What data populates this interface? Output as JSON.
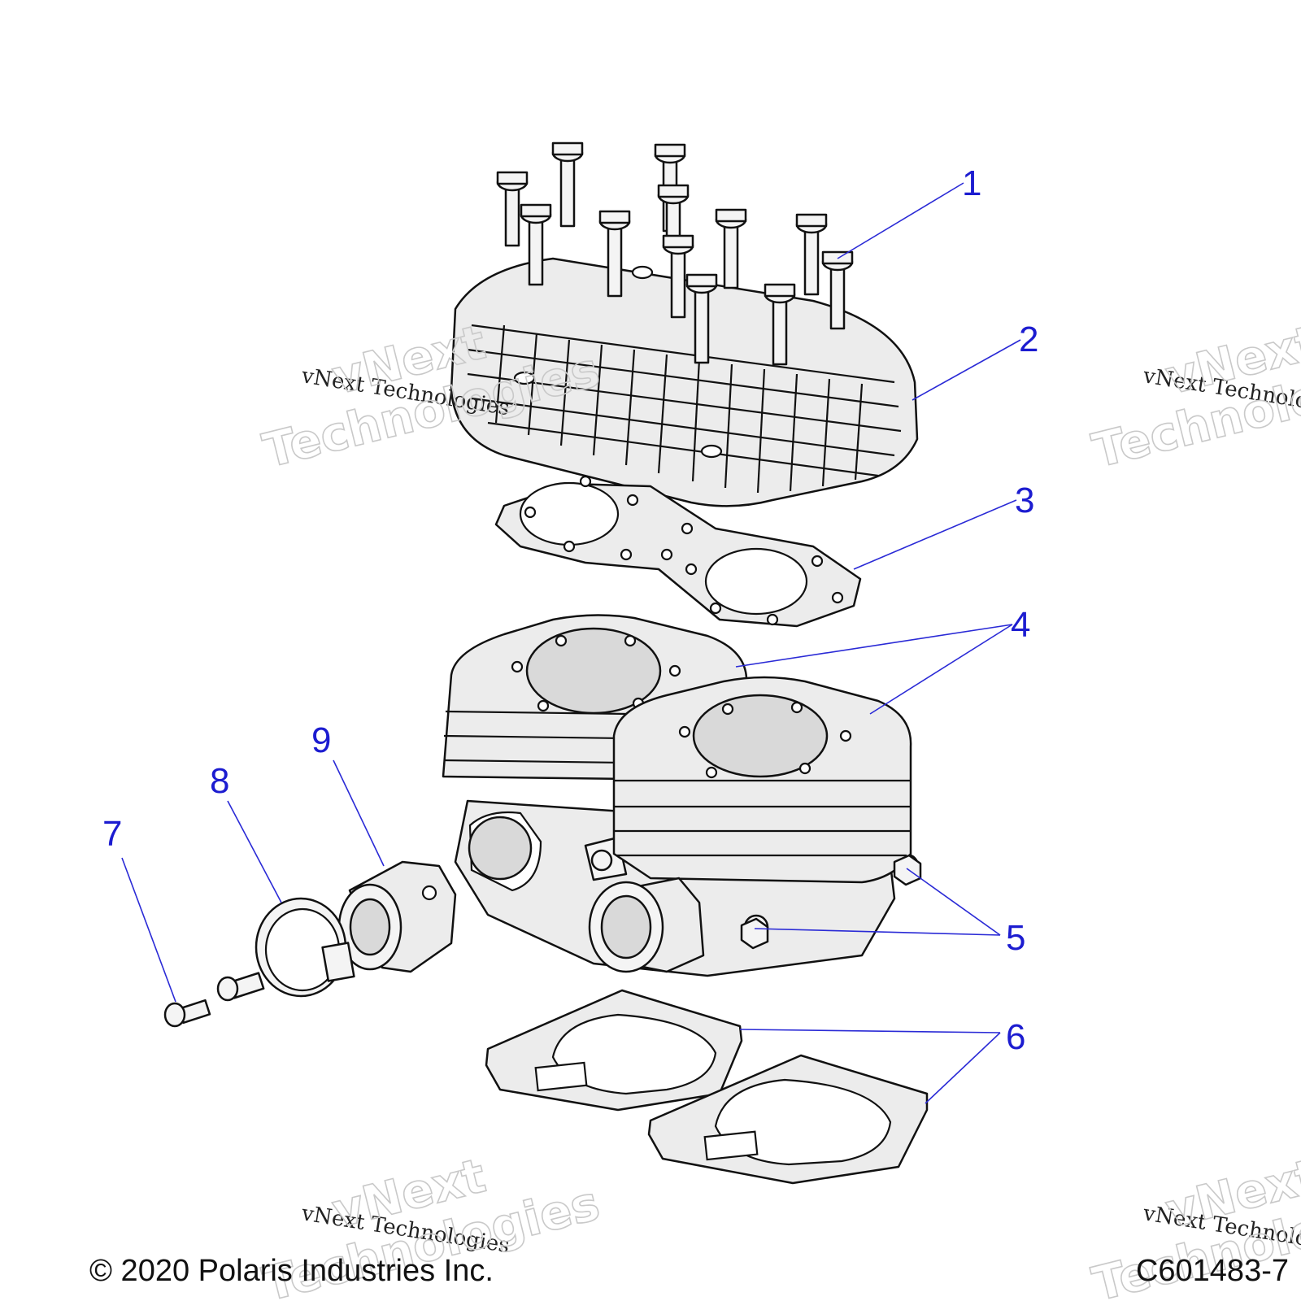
{
  "diagram": {
    "callouts": [
      {
        "id": "1",
        "label": "1"
      },
      {
        "id": "2",
        "label": "2"
      },
      {
        "id": "3",
        "label": "3"
      },
      {
        "id": "4",
        "label": "4"
      },
      {
        "id": "5",
        "label": "5"
      },
      {
        "id": "6",
        "label": "6"
      },
      {
        "id": "7",
        "label": "7"
      },
      {
        "id": "8",
        "label": "8"
      },
      {
        "id": "9",
        "label": "9"
      }
    ],
    "watermark": {
      "line": "vNext Technologies",
      "big_top": "vNext",
      "big_bottom": "Technologies"
    },
    "footer": {
      "copyright": "© 2020 Polaris Industries Inc.",
      "figure_code": "C601483-7"
    },
    "colors": {
      "callout": "#1c1cd0",
      "line_art": "#111111",
      "part_fill": "#ececec"
    }
  }
}
